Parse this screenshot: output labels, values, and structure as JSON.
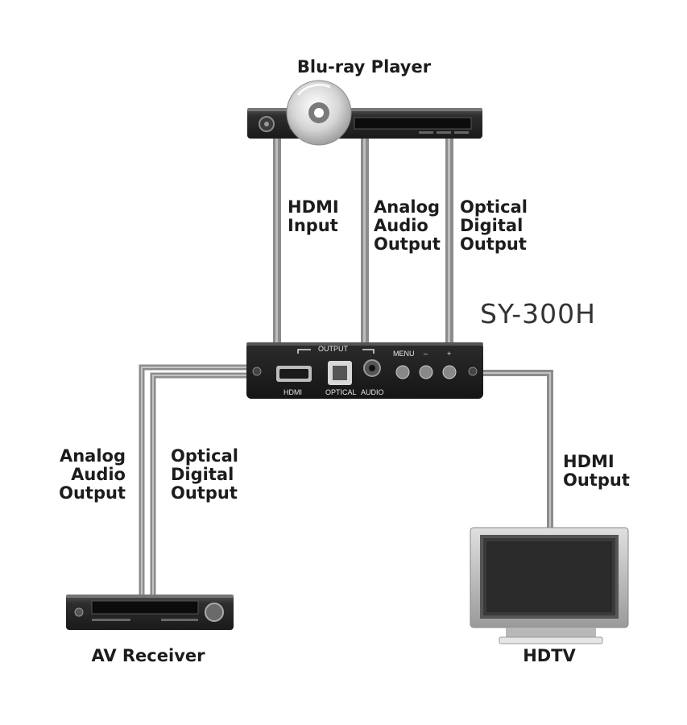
{
  "devices": {
    "bluray": "Blu-ray Player",
    "receiver": "AV Receiver",
    "tv": "HDTV",
    "model": "SY-300H"
  },
  "top_labels": {
    "hdmi_input": [
      "HDMI",
      "Input"
    ],
    "analog_out": [
      "Analog",
      "Audio",
      "Output"
    ],
    "optical_out": [
      "Optical",
      "Digital",
      "Output"
    ]
  },
  "left_labels": {
    "analog_out": [
      "Analog",
      "Audio",
      "Output"
    ],
    "optical_out": [
      "Optical",
      "Digital",
      "Output"
    ]
  },
  "right_labels": {
    "hdmi_out": [
      "HDMI",
      "Output"
    ]
  },
  "panel": {
    "output": "OUTPUT",
    "menu": "MENU",
    "minus": "–",
    "plus": "+",
    "hdmi": "HDMI",
    "optical": "OPTICAL",
    "audio": "AUDIO"
  },
  "colors": {
    "cable": "#8c8c8c",
    "device_dark": "#2b2b2b",
    "text": "#1c1c1c"
  }
}
